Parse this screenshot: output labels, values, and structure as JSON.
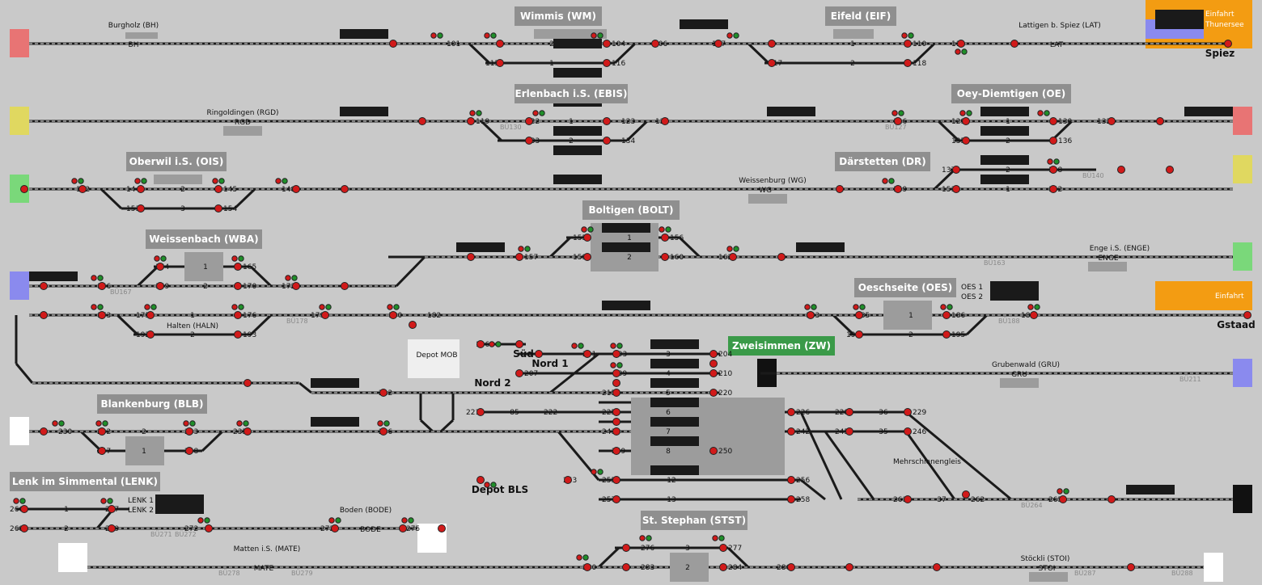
{
  "colors": {
    "background": "#c9c9c9",
    "track": "#1a1a1a",
    "signal_stop": "#d11a1a",
    "signal_go": "#1f8f2a",
    "station_title_bg": "#8f8f8f",
    "zweisimmen_bg": "#3a9a48",
    "einfahrt_bg": "#f39c12",
    "panel_left_red": "#e87474",
    "panel_yellow": "#e0d860",
    "panel_green": "#7ad87a",
    "panel_blue": "#8a8aee"
  },
  "station_titles": {
    "wm": "Wimmis (WM)",
    "eif": "Eifeld (EIF)",
    "ebis": "Erlenbach i.S. (EBIS)",
    "oe": "Oey-Diemtigen (OE)",
    "ois": "Oberwil i.S. (OIS)",
    "dr": "Därstetten (DR)",
    "bolt": "Boltigen (BOLT)",
    "wba": "Weissenbach (WBA)",
    "oes": "Oeschseite (OES)",
    "zw": "Zweisimmen (ZW)",
    "blb": "Blankenburg (BLB)",
    "lenk": "Lenk im Simmental (LENK)",
    "stst": "St. Stephan (STST)"
  },
  "place_labels": {
    "burgholz": "Burgholz (BH)",
    "bh": "BH",
    "lattigen": "Lattigen b. Spiez (LAT)",
    "lat": "LAT",
    "spiez": "Spiez",
    "ringoldingen": "Ringoldingen (RGD)",
    "rgd": "RGD",
    "weissenburg": "Weissenburg (WG)",
    "wg": "WG",
    "enge": "Enge i.S. (ENGE)",
    "enge_short": "ENGE",
    "halten": "Halten (HALN)",
    "gstaad": "Gstaad",
    "grubenwald": "Grubenwald (GRU)",
    "gru": "GRU",
    "boden": "Boden (BODE)",
    "bode": "BODE",
    "matten": "Matten i.S. (MATE)",
    "mate": "MATE",
    "stoeckli": "Stöckli (STOI)",
    "stoi": "STOI",
    "depot_mob": "Depot MOB",
    "depot_bls": "Depot BLS",
    "sued": "Süd",
    "nord1": "Nord 1",
    "nord2": "Nord 2",
    "mehrschienengleis": "Mehrschienengleis",
    "oes1": "OES 1",
    "oes2": "OES 2",
    "lenk1": "LENK 1",
    "lenk2": "LENK 2"
  },
  "einfahrt": {
    "top_line1": "Einfahrt",
    "top_line2": "Thunersee",
    "right": "Einfahrt"
  },
  "track_numbers": {
    "t1": "1",
    "t2": "2",
    "t3": "3",
    "t4": "4",
    "t5": "5",
    "t6": "6",
    "t7": "7",
    "t8": "8",
    "t12": "12",
    "t13": "13",
    "t35": "35",
    "t36": "36",
    "t37": "37",
    "t85": "85"
  },
  "signal_numbers": {
    "s101": "101",
    "s104": "104",
    "s105": "105",
    "s106": "106",
    "s107": "107",
    "s108": "108",
    "s110": "110",
    "s111": "111",
    "s112": "112",
    "s115": "115",
    "s116": "116",
    "s117": "117",
    "s118": "118",
    "s119": "119",
    "s122": "122",
    "s123": "123",
    "s124": "124",
    "s125": "125",
    "s126": "126",
    "s127": "127",
    "s129": "129",
    "s130": "130",
    "s131": "131",
    "s132": "132",
    "s133": "133",
    "s134": "134",
    "s135": "135",
    "s136": "136",
    "s137": "137",
    "s138": "138",
    "s142": "142",
    "s143": "143",
    "s144": "144",
    "s145": "145",
    "s146": "146",
    "s148": "148",
    "s149": "149",
    "s150": "150",
    "s151": "151",
    "s152": "152",
    "s153": "153",
    "s154": "154",
    "s155": "155",
    "s156": "156",
    "s157": "157",
    "s158": "158",
    "s159": "159",
    "s160": "160",
    "s161": "161",
    "s162": "162",
    "s164": "164",
    "s165": "165",
    "s166": "166",
    "s169": "169",
    "s170": "170",
    "s172": "172",
    "s173": "173",
    "s174": "174",
    "s175": "175",
    "s176": "176",
    "s177": "177",
    "s178": "178",
    "s179": "179",
    "s180": "180",
    "s182": "182",
    "s183": "183",
    "s184": "184",
    "s185": "185",
    "s186": "186",
    "s188": "188",
    "s189": "189",
    "s192": "192",
    "s193": "193",
    "s194": "194",
    "s195": "195",
    "s196": "196",
    "s200": "200",
    "s201": "201",
    "s203": "203",
    "s204": "204",
    "s207": "207",
    "s209": "209",
    "s210": "210",
    "s212": "212",
    "s213": "213",
    "s214": "214",
    "s215": "215",
    "s219": "219",
    "s220": "220",
    "s221": "221",
    "s222": "222",
    "s224": "224",
    "s225": "225",
    "s226": "226",
    "s228": "228",
    "s229": "229",
    "s230": "230",
    "s231": "231",
    "s232": "232",
    "s233": "233",
    "s234": "234",
    "s235": "235",
    "s236": "236",
    "s237": "237",
    "s238": "238",
    "s239": "239",
    "s240": "240",
    "s241": "241",
    "s242": "242",
    "s245": "245",
    "s246": "246",
    "s247": "247",
    "s248": "248",
    "s249": "249",
    "s250": "250",
    "s253": "253",
    "s254": "254",
    "s255": "255",
    "s256": "256",
    "s257": "257",
    "s258": "258",
    "s261": "261",
    "s262": "262",
    "s264": "264",
    "s265": "265",
    "s266": "266",
    "s267": "267",
    "s268": "268",
    "s269": "269",
    "s272": "272",
    "s275": "275",
    "s276": "276",
    "s277": "277",
    "s280": "280",
    "s283": "283",
    "s284": "284",
    "s286": "286",
    "s289": "289"
  },
  "block_labels": {
    "bu127": "BÜ127",
    "bu130": "BÜ130",
    "bu140": "BÜ140",
    "bu163": "BÜ163",
    "bu167": "BÜ167",
    "bu178": "BÜ178",
    "bu188": "BÜ188",
    "bu211": "BÜ211",
    "bu264": "BÜ264",
    "bu271": "BÜ271",
    "bu272": "BÜ272",
    "bu278": "BÜ278",
    "bu279": "BÜ279",
    "bu287": "BÜ287",
    "bu288": "BÜ288"
  }
}
